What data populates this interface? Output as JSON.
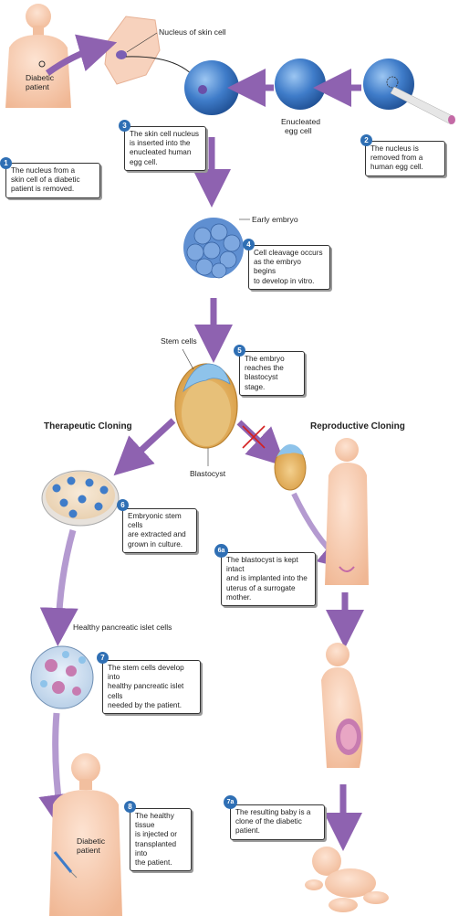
{
  "labels": {
    "nucleus_of_skin_cell": "Nucleus of skin cell",
    "diabetic_patient_top_1": "Diabetic",
    "diabetic_patient_top_2": "patient",
    "enucleated_1": "Enucleated",
    "enucleated_2": "egg cell",
    "early_embryo": "Early embryo",
    "stem_cells": "Stem cells",
    "blastocyst": "Blastocyst",
    "healthy_islet": "Healthy pancreatic islet cells",
    "diabetic_patient_bottom_1": "Diabetic",
    "diabetic_patient_bottom_2": "patient"
  },
  "headings": {
    "therapeutic": "Therapeutic Cloning",
    "reproductive": "Reproductive Cloning"
  },
  "steps": {
    "s1": {
      "num": "1",
      "lines": [
        "The nucleus from a",
        "skin cell of a diabetic",
        "patient is removed."
      ]
    },
    "s2": {
      "num": "2",
      "lines": [
        "The nucleus is",
        "removed from a",
        "human egg cell."
      ]
    },
    "s3": {
      "num": "3",
      "lines": [
        "The skin cell nucleus",
        "is inserted into the",
        "enucleated human",
        "egg cell."
      ]
    },
    "s4": {
      "num": "4",
      "lines": [
        "Cell cleavage occurs",
        "as the embryo begins",
        "to develop in vitro."
      ]
    },
    "s5": {
      "num": "5",
      "lines": [
        "The embryo",
        "reaches the",
        "blastocyst stage."
      ]
    },
    "s6": {
      "num": "6",
      "lines": [
        "Embryonic stem cells",
        "are extracted and",
        "grown in culture."
      ]
    },
    "s6a": {
      "num": "6a",
      "lines": [
        "The blastocyst is kept intact",
        "and is implanted into the",
        "uterus of a surrogate mother."
      ]
    },
    "s7": {
      "num": "7",
      "lines": [
        "The stem cells develop into",
        "healthy pancreatic islet cells",
        "needed by the patient."
      ]
    },
    "s7a": {
      "num": "7a",
      "lines": [
        "The resulting baby is a",
        "clone of the diabetic patient."
      ]
    },
    "s8": {
      "num": "8",
      "lines": [
        "The healthy tissue",
        "is injected or",
        "transplanted into",
        "the patient."
      ]
    }
  },
  "colors": {
    "arrow": "#8e62b0",
    "step_badge": "#2f6fb4",
    "cell_blue": "#3f7cc9",
    "skin": "#f6c9ae",
    "blastocyst_gold": "#e4b05a"
  }
}
